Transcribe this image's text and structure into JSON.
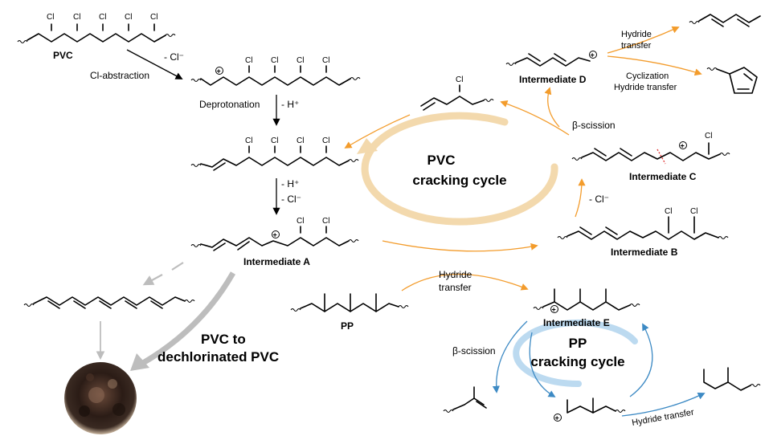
{
  "labels": {
    "pvc": "PVC",
    "cl_minus": "- Cl⁻",
    "cl_abstraction": "Cl-abstraction",
    "deprotonation": "Deprotonation",
    "h_plus": "- H⁺",
    "h_plus_2": "- H⁺",
    "cl_minus_2": "- Cl⁻",
    "intermediate_a": "Intermediate A",
    "intermediate_b": "Intermediate B",
    "intermediate_c": "Intermediate C",
    "intermediate_d": "Intermediate D",
    "intermediate_e": "Intermediate E",
    "beta_scission_top": "β-scission",
    "cl_minus_c": "- Cl⁻",
    "hydride_transfer_d1": "Hydride",
    "hydride_transfer_d2": "transfer",
    "cyclization_1": "Cyclization",
    "cyclization_2": "Hydride transfer",
    "pvc_cycle_1": "PVC",
    "pvc_cycle_2": "cracking cycle",
    "pp_cycle_1": "PP",
    "pp_cycle_2": "cracking cycle",
    "pp": "PP",
    "hydride_pp_1": "Hydride",
    "hydride_pp_2": "transfer",
    "beta_scission_pp": "β-scission",
    "hydride_transfer_bottom": "Hydride transfer",
    "dechlor_1": "PVC to",
    "dechlor_2": "dechlorinated PVC",
    "cl_atom": "Cl"
  },
  "colors": {
    "orange": "#f39c2c",
    "blue": "#3d8ac4",
    "pvc_cycle": "#f3d9ad",
    "pp_cycle": "#bcdaf0",
    "gray": "#bdbdbd",
    "red_bond": "#e03030"
  }
}
